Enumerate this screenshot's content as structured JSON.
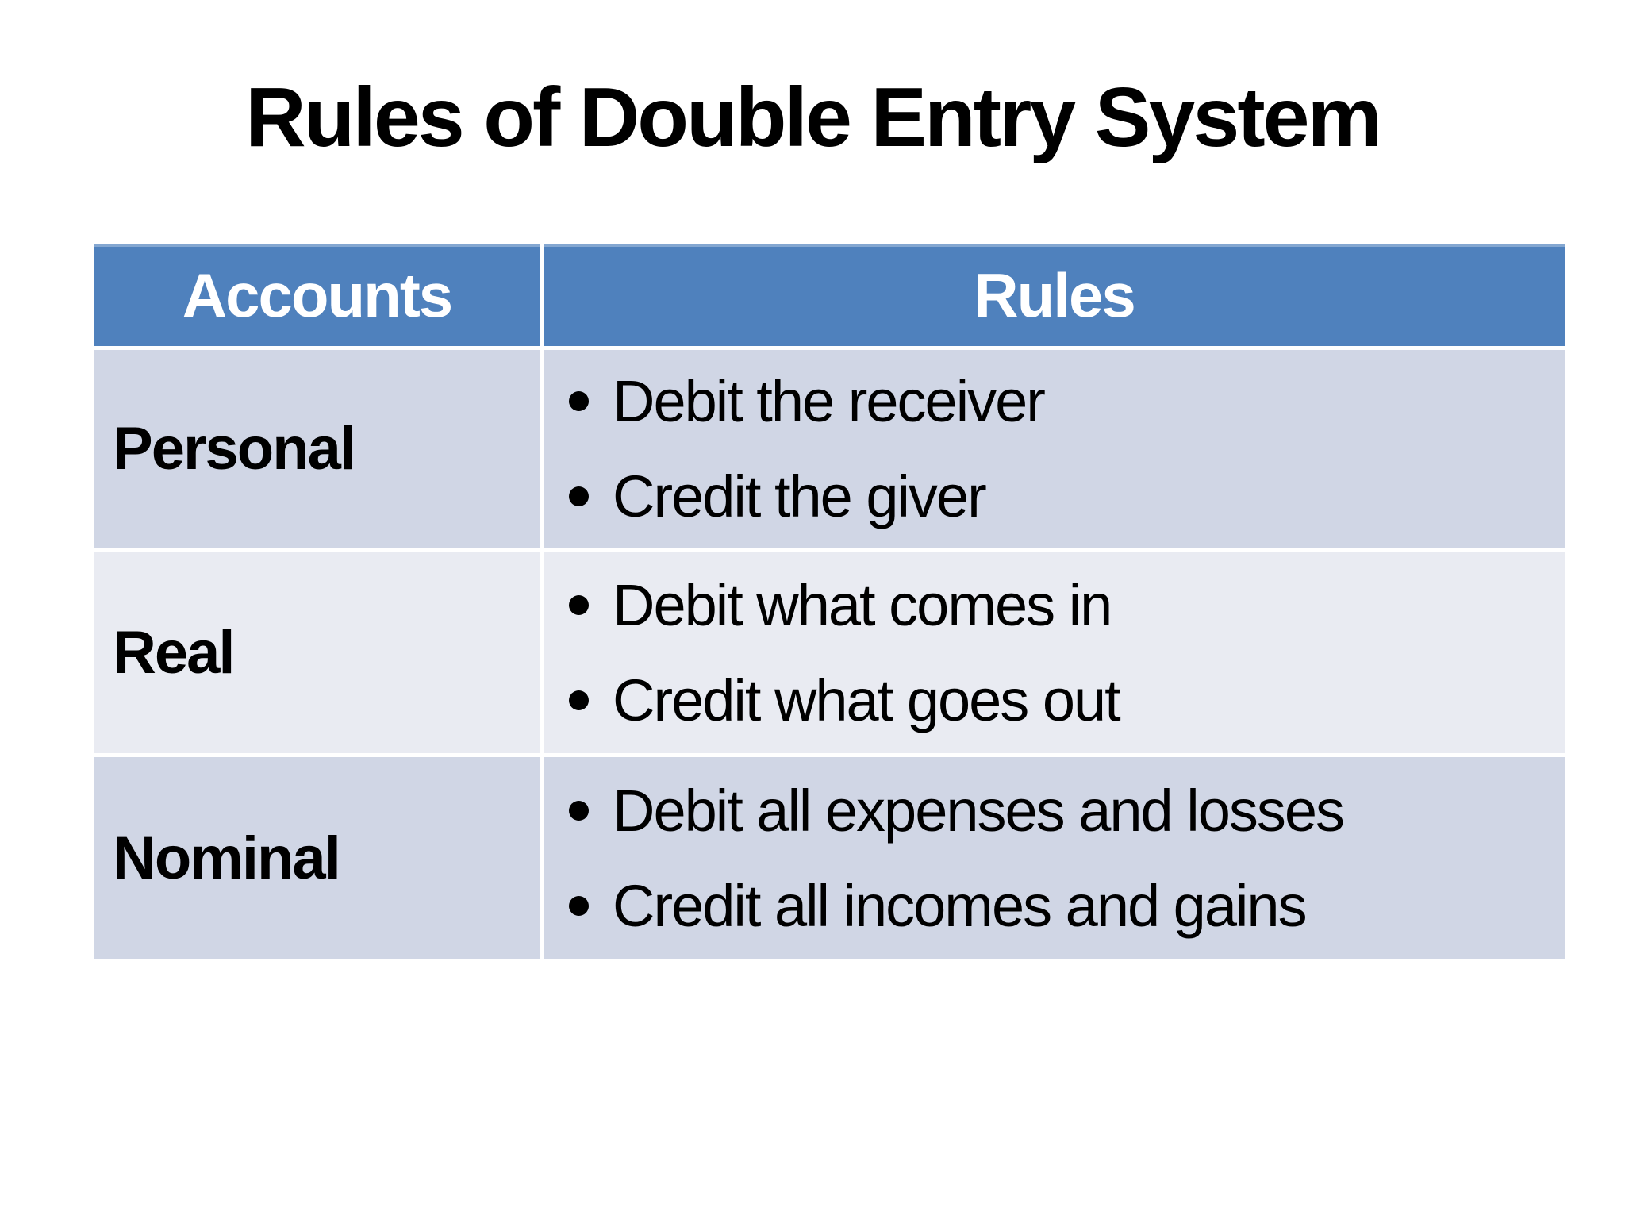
{
  "slide": {
    "title": "Rules of Double Entry System",
    "colors": {
      "header_bg": "#4F81BD",
      "row_odd_bg": "#D0D6E5",
      "row_even_bg": "#E9EBF2",
      "header_text": "#FFFFFF",
      "body_text": "#000000"
    },
    "table": {
      "headers": {
        "accounts": "Accounts",
        "rules": "Rules"
      },
      "rows": [
        {
          "account": "Personal",
          "rules": [
            "Debit the receiver",
            "Credit the giver"
          ]
        },
        {
          "account": "Real",
          "rules": [
            "Debit what comes in",
            "Credit what goes out"
          ]
        },
        {
          "account": "Nominal",
          "rules": [
            "Debit all expenses and losses",
            "Credit all incomes and gains"
          ]
        }
      ]
    }
  }
}
